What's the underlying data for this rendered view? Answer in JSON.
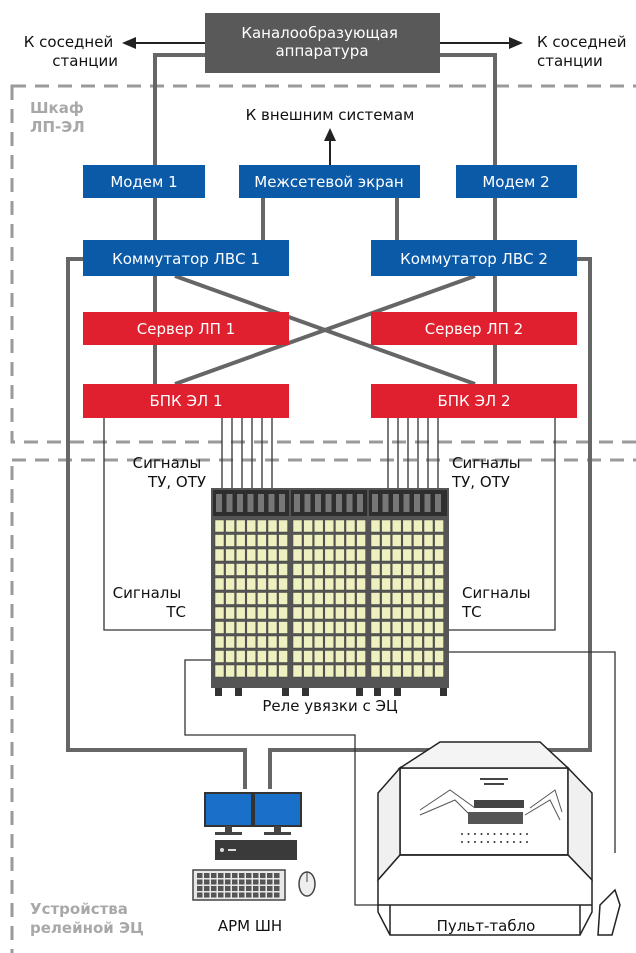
{
  "channel_equipment": {
    "line1": "Каналообразующая",
    "line2": "аппаратура"
  },
  "neighbor_left": {
    "line1": "К соседней",
    "line2": "станции"
  },
  "neighbor_right": {
    "line1": "К соседней",
    "line2": "станции"
  },
  "external_systems": "К внешним системам",
  "cabinet_zone": {
    "line1": "Шкаф",
    "line2": "ЛП-ЭЛ"
  },
  "relay_zone": {
    "line1": "Устройства",
    "line2": "релейной ЭЦ"
  },
  "modem1": "Модем 1",
  "firewall": "Межсетевой экран",
  "modem2": "Модем 2",
  "switch1": "Коммутатор ЛВС 1",
  "switch2": "Коммутатор ЛВС 2",
  "server1": "Сервер ЛП 1",
  "server2": "Сервер ЛП 2",
  "bpk1": "БПК ЭЛ 1",
  "bpk2": "БПК ЭЛ 2",
  "signals_tu_left": {
    "line1": "Сигналы",
    "line2": "ТУ, ОТУ"
  },
  "signals_tu_right": {
    "line1": "Сигналы",
    "line2": "ТУ, ОТУ"
  },
  "signals_ts_left": {
    "line1": "Сигналы",
    "line2": "ТС"
  },
  "signals_ts_right": {
    "line1": "Сигналы",
    "line2": "ТС"
  },
  "relay_label": "Реле увязки с ЭЦ",
  "arm_label": "АРМ ШН",
  "console_label": "Пульт-табло",
  "colors": {
    "blue": "#0a5aa8",
    "red": "#e0202e",
    "dark": "#595959",
    "line": "#666666",
    "dash": "#9a9a9a"
  }
}
